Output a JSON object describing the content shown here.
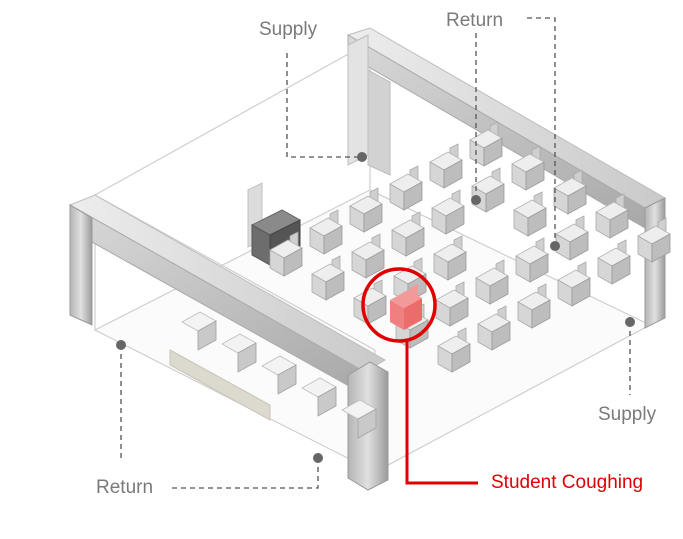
{
  "labels": {
    "supply_top": "Supply",
    "return_top": "Return",
    "supply_right": "Supply",
    "return_left": "Return",
    "student": "Student Coughing"
  },
  "colors": {
    "label_gray": "#7a7a7a",
    "leader_gray": "#555555",
    "highlight_red": "#e00000",
    "coughing_desk": "#f29a9a"
  }
}
